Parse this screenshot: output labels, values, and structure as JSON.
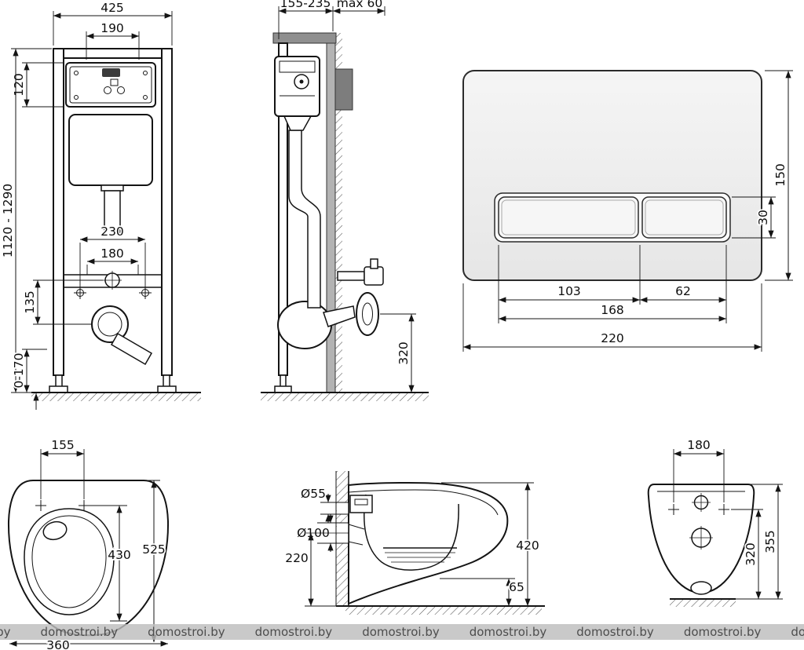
{
  "watermark": {
    "text": "domostroi.by"
  },
  "frame_front": {
    "width": "425",
    "access_width": "190",
    "access_height": "120",
    "height_range": "1120 - 1290",
    "bolt_spacing": "230",
    "fixing_spacing": "180",
    "outlet_offset": "135",
    "foot_range": "0-170"
  },
  "frame_side": {
    "depth_range": "155-235",
    "max_wall": "max 60",
    "outlet_height": "320"
  },
  "flush_plate": {
    "height": "150",
    "button_height": "30",
    "big_button_width": "103",
    "small_button_width": "62",
    "buttons_width": "168",
    "width": "220"
  },
  "bowl_top": {
    "hinge_spacing": "155",
    "inner_length": "430",
    "length": "525",
    "width": "360"
  },
  "bowl_side": {
    "inlet_diameter": "Ø55",
    "outlet_diameter": "Ø100",
    "outlet_height": "220",
    "height": "420",
    "clearance": "65"
  },
  "bowl_back": {
    "hole_spacing": "180",
    "fixing_height": "320",
    "height": "355"
  }
}
